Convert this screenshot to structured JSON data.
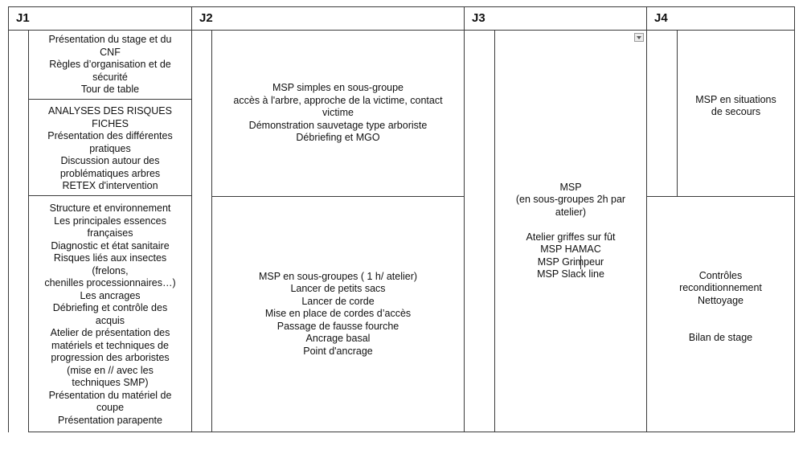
{
  "headers": {
    "j1": "J1",
    "j2": "J2",
    "j3": "J3",
    "j4": "J4"
  },
  "j1": {
    "block_1": [
      "Présentation du stage et du",
      "CNF",
      "Règles d’organisation et de",
      "sécurité",
      "Tour de table"
    ],
    "block_2": [
      "ANALYSES DES RISQUES",
      "FICHES",
      "Présentation des différentes",
      "pratiques",
      "Discussion autour des",
      "problématiques arbres",
      "RETEX d'intervention"
    ],
    "block_3": [
      "Structure et environnement",
      "Les principales essences",
      "françaises",
      "Diagnostic et état sanitaire",
      "Risques liés aux insectes",
      "(frelons,",
      "chenilles processionnaires…)",
      "Les ancrages",
      "Débriefing et contrôle des",
      "acquis",
      "Atelier de présentation des",
      "matériels et techniques de",
      "progression des arboristes",
      "(mise en // avec les",
      "techniques SMP)",
      "Présentation du matériel de",
      "coupe",
      "Présentation parapente"
    ]
  },
  "j2": {
    "block_1": [
      "MSP simples en sous-groupe",
      "accès à l'arbre, approche  de la victime, contact",
      "victime",
      "Démonstration sauvetage type arboriste",
      "Débriefing et MGO"
    ],
    "block_2": [
      "MSP en sous-groupes ( 1 h/ atelier)",
      "Lancer de petits sacs",
      "Lancer de corde",
      "Mise en place de cordes d’accès",
      "Passage de fausse fourche",
      "Ancrage basal",
      "Point d'ancrage"
    ]
  },
  "j3": {
    "block_1": [
      "MSP",
      "(en sous-groupes 2h par",
      "atelier)",
      "",
      "Atelier griffes sur fût",
      "MSP HAMAC",
      "MSP Grimpeur",
      "MSP Slack line"
    ]
  },
  "j4": {
    "block_1": [
      "MSP en situations",
      "de secours"
    ],
    "block_2": [
      "Contrôles",
      "reconditionnement",
      "Nettoyage",
      "",
      "",
      "Bilan de stage"
    ]
  }
}
